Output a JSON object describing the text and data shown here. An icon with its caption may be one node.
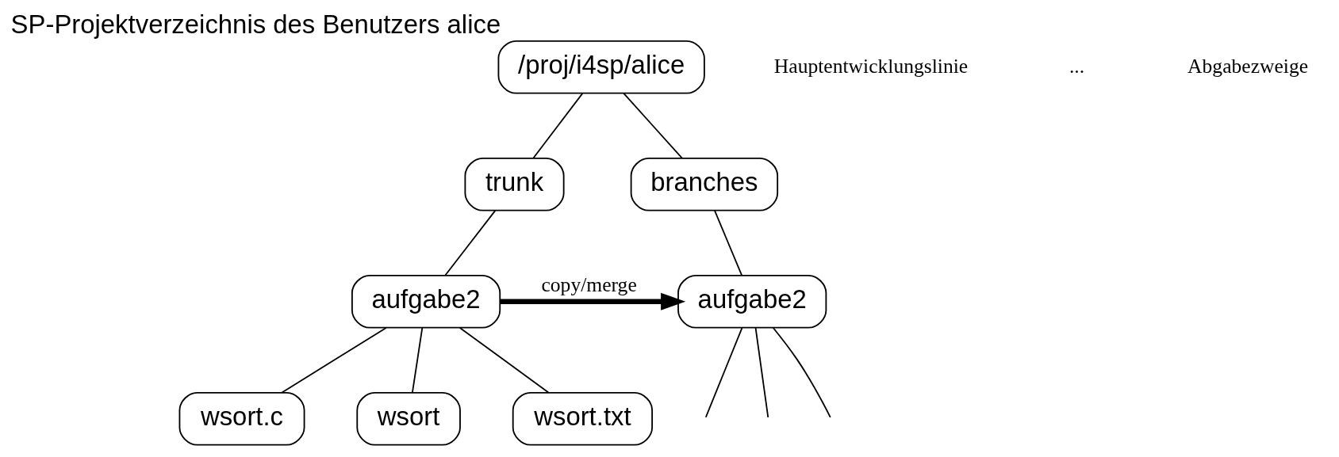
{
  "diagram": {
    "nodes": [
      {
        "text": [
          "/proj/i4sp/alice"
        ],
        "beside": [
          "SP-Projektverzeichnis des Benutzers alice"
        ]
      },
      {
        "text": [
          "trunk"
        ]
      },
      {
        "text": [
          "branches"
        ]
      },
      {
        "text": [
          "aufgabe2"
        ]
      },
      {
        "text": [
          "aufgabe2"
        ]
      },
      {
        "text": [
          "wsort.c"
        ]
      },
      {
        "text": [
          "wsort"
        ]
      },
      {
        "text": [
          "wsort.txt"
        ]
      }
    ],
    "edges": [
      {
        "from": 0,
        "to": 1,
        "arrow": "none"
      },
      {
        "from": 0,
        "to": 2,
        "arrow": "none"
      },
      {
        "from": 1,
        "to": 3,
        "arrow": "none"
      },
      {
        "from": 2,
        "to": 4,
        "arrow": "none"
      },
      {
        "from": 3,
        "to": 5,
        "arrow": "none"
      },
      {
        "from": 3,
        "to": 6,
        "arrow": "none"
      },
      {
        "from": 3,
        "to": 7,
        "arrow": "none"
      },
      {
        "from": 3,
        "to": 4,
        "arrow": "to",
        "label": "copy/merge",
        "style": "thick"
      },
      {
        "from": 4,
        "to": null,
        "arrow": "none"
      },
      {
        "from": 4,
        "to": null,
        "arrow": "none"
      },
      {
        "from": 4,
        "to": null,
        "arrow": "none"
      }
    ],
    "labels": [
      "Hauptentwicklungslinie",
      "...",
      "Abgabezweige"
    ]
  }
}
